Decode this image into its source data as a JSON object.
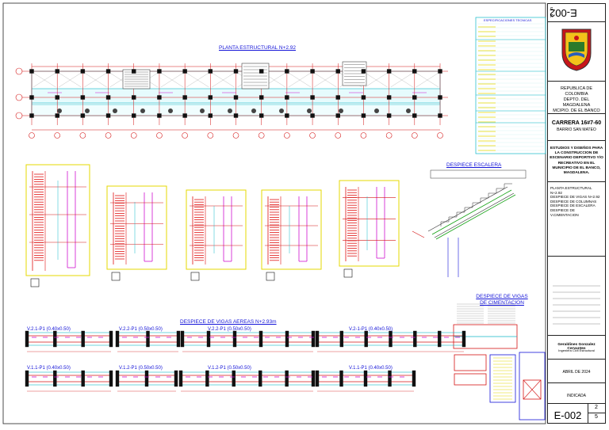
{
  "sheet": {
    "code": "E-002",
    "sheet_number": "2",
    "total_sheets": "5"
  },
  "titles": {
    "plan": "PLANTA ESTRUCTURAL N+2.92",
    "staircase": "DESPIECE ESCALERA",
    "foundation_beams": "DESPIECE DE VIGAS DE CIMENTACION",
    "aerial_beams": "DESPIECE DE VIGAS AEREAS N+2.93m"
  },
  "beam_labels": [
    "V.2.1-P1 (0.40x0.50)",
    "V.2.2-P1 (0.50x0.50)",
    "V.2.2-P1 (0.50x0.50)",
    "V.2-1-P1 (0.40x0.50)",
    "V.1.1-P1 (0.40x0.50)",
    "V.1.2-P1 (0.50x0.50)",
    "V.1.2-P1 (0.50x0.50)",
    "V.1.1-P1 (0.40x0.50)"
  ],
  "specs": {
    "header": "ESPECIFICACIONES TECNICAS"
  },
  "title_block": {
    "entity_lines": [
      "REPUBLICA DE COLOMBIA",
      "DEPTO. DEL MAGDALENA",
      "MCIPIO. DE EL BANCO"
    ],
    "address": "CARRERA 16#7-60",
    "neighborhood": "BARRIO SAN MATEO",
    "project": "ESTUDIOS Y DISEÑOS PARA LA CONSTRUCCION DE ESCENARIO DEPORTIVO Y/O RECREATIVO EN EL MUNICIPIO DE EL BANCO, MAGDALENA.",
    "contents": [
      "PLANTA ESTRUCTURAL N+2.92",
      "DESPIECE DE VIGAS  N+2.92",
      "DESPIECE DE COLUMNAS",
      "DESPIECE DE ESCALERA",
      "DESPIECE DE V.CIMENTACION"
    ],
    "designer": "Geraldines Gonzalez Cervantes",
    "designer_role": "Ingeniera Civil Estructural",
    "date": "ABRIL DE 2024",
    "scale": "INDICADA"
  },
  "colors": {
    "grid_red": "#d41414",
    "rebar_red": "#e01010",
    "cyan": "#11b8c8",
    "blue": "#1414d8",
    "yellow": "#e6d800",
    "magenta": "#d010d0",
    "green": "#10a010"
  }
}
